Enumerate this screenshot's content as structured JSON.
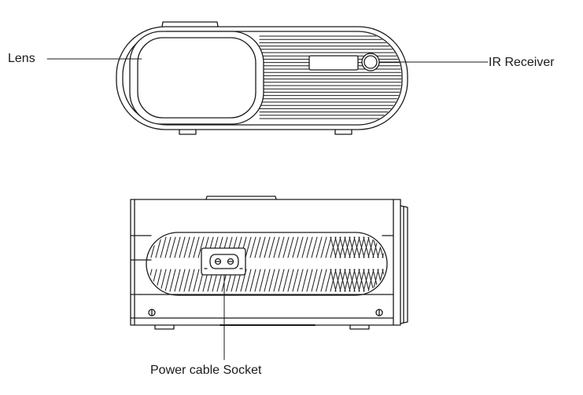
{
  "callouts": {
    "lens": "Lens",
    "ir_receiver": "IR Receiver",
    "power_socket": "Power cable Socket"
  },
  "colors": {
    "stroke": "#1a1a1a",
    "background": "#ffffff"
  }
}
